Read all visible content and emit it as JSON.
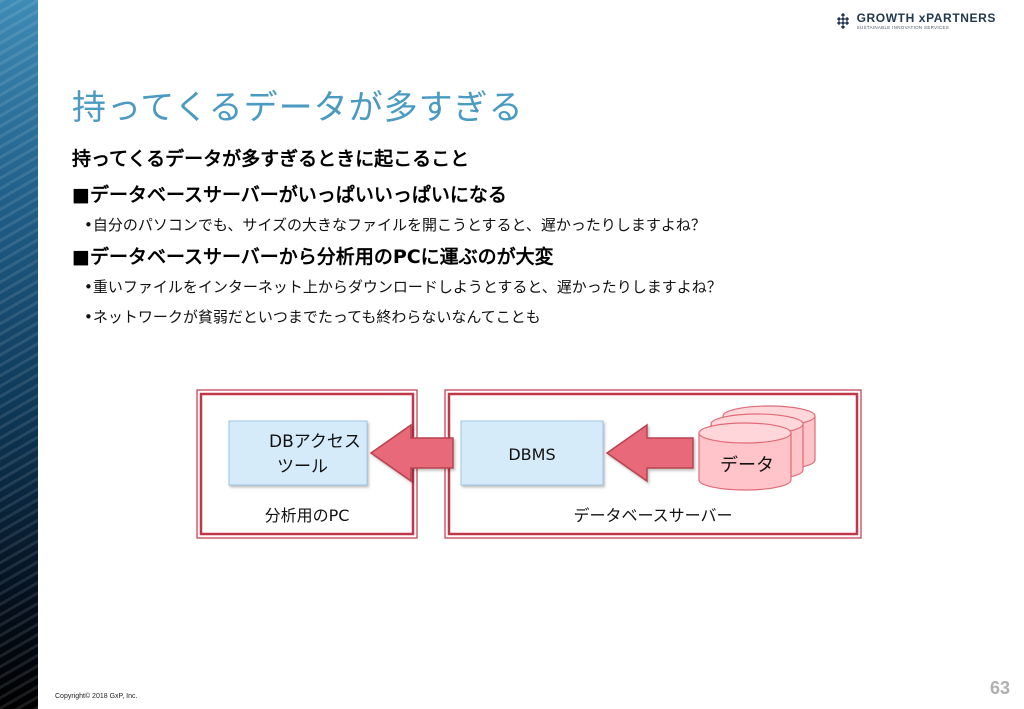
{
  "header": {
    "logo_name": "GROWTH xPARTNERS",
    "logo_tagline": "SUSTAINABLE INNOVATION SERVICES"
  },
  "slide": {
    "title": "持ってくるデータが多すぎる",
    "heading": "持ってくるデータが多すぎるときに起こること",
    "point1": "■データベースサーバーがいっぱいいっぱいになる",
    "point1_subs": [
      "•自分のパソコンでも、サイズの大きなファイルを開こうとすると、遅かったりしますよね？"
    ],
    "point2": "■データベースサーバーから分析用のPCに運ぶのが大変",
    "point2_subs": [
      "•重いファイルをインターネット上からダウンロードしようとすると、遅かったりしますよね？",
      "•ネットワークが貧弱だといつまでたっても終わらないなんてことも"
    ]
  },
  "diagram": {
    "pc_box_label": "分析用のPC",
    "server_box_label": "データベースサーバー",
    "db_tool_line1": "DBアクセス",
    "db_tool_line2": "ツール",
    "dbms_label": "DBMS",
    "data_label": "データ",
    "colors": {
      "frame": "#c0374a",
      "arrow_fill": "#e8697a",
      "arrow_stroke": "#b8434f",
      "box_fill": "#d6ebfa",
      "box_stroke": "#9fc4e2",
      "cylinder_fill": "#ffc4c9",
      "cylinder_stroke": "#e06b78"
    }
  },
  "footer": {
    "copyright": "Copyright© 2018 GxP, Inc.",
    "page_number": "63"
  }
}
